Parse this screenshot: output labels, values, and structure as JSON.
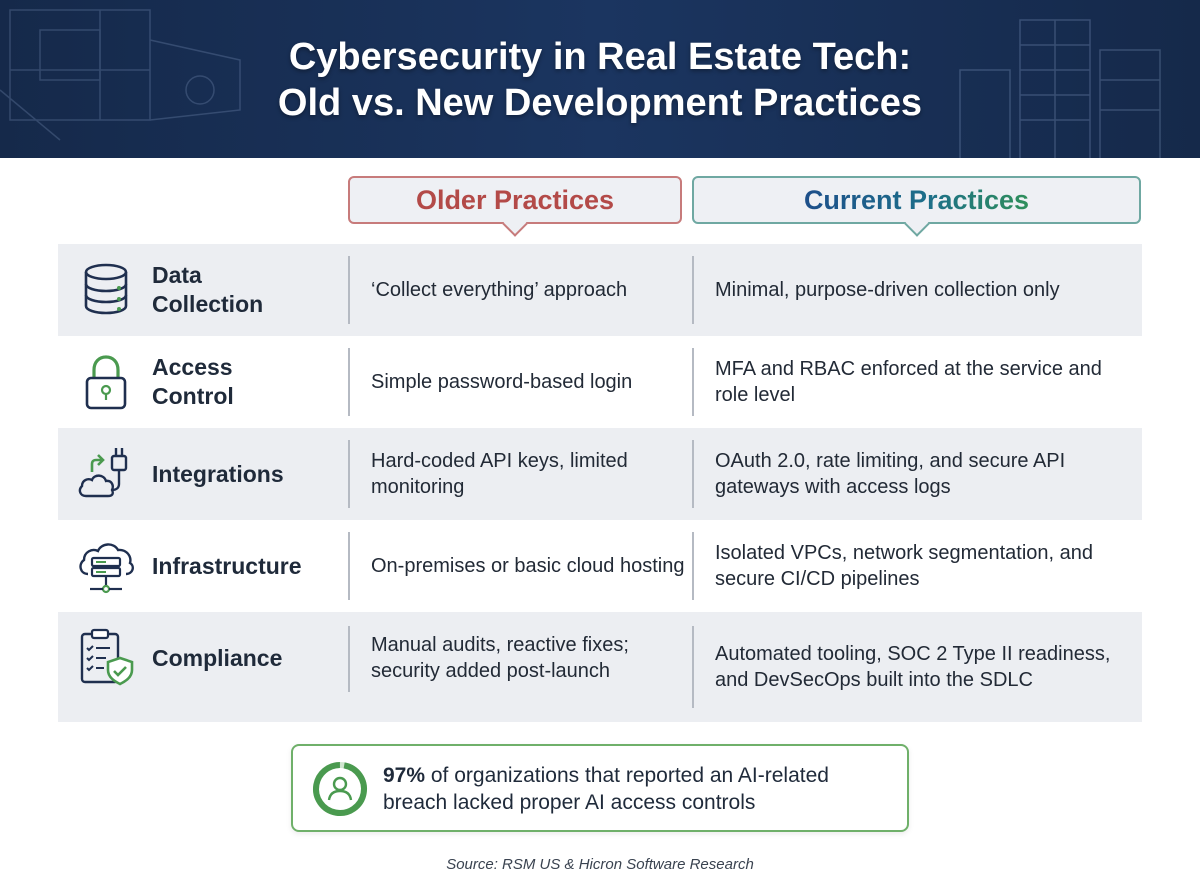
{
  "header": {
    "title_line1": "Cybersecurity in Real Estate Tech:",
    "title_line2": "Old vs. New Development Practices"
  },
  "columns": {
    "old": "Older Practices",
    "new": "Current Practices"
  },
  "rows": [
    {
      "icon": "database-icon",
      "label_l1": "Data",
      "label_l2": "Collection",
      "old": "‘Collect everything’ approach",
      "new": "Minimal, purpose-driven collection only"
    },
    {
      "icon": "lock-icon",
      "label_l1": "Access",
      "label_l2": "Control",
      "old": "Simple password-based login",
      "new": "MFA and RBAC enforced at the service and role level"
    },
    {
      "icon": "cloud-plug-icon",
      "label_l1": "Integrations",
      "label_l2": "",
      "old": "Hard-coded API keys, limited monitoring",
      "new": "OAuth 2.0, rate limiting, and secure API gateways with access logs"
    },
    {
      "icon": "cloud-server-icon",
      "label_l1": "Infrastructure",
      "label_l2": "",
      "old": "On-premises or basic cloud hosting",
      "new": "Isolated VPCs, network segmentation, and secure CI/CD pipelines"
    },
    {
      "icon": "clipboard-shield-icon",
      "label_l1": "Compliance",
      "label_l2": "",
      "old": "Manual audits, reactive fixes; security added post-launch",
      "new": "Automated tooling, SOC 2 Type II readiness, and DevSecOps built into the SDLC"
    }
  ],
  "stat": {
    "highlight": "97%",
    "text": " of organizations that reported an AI-related breach lacked proper AI access controls"
  },
  "source": "Source: RSM US & Hicron Software Research",
  "colors": {
    "header_bg": "#1b3560",
    "old_accent": "#b34a48",
    "new_accent": "#1f5a8a",
    "green_accent": "#4a9a4f"
  }
}
